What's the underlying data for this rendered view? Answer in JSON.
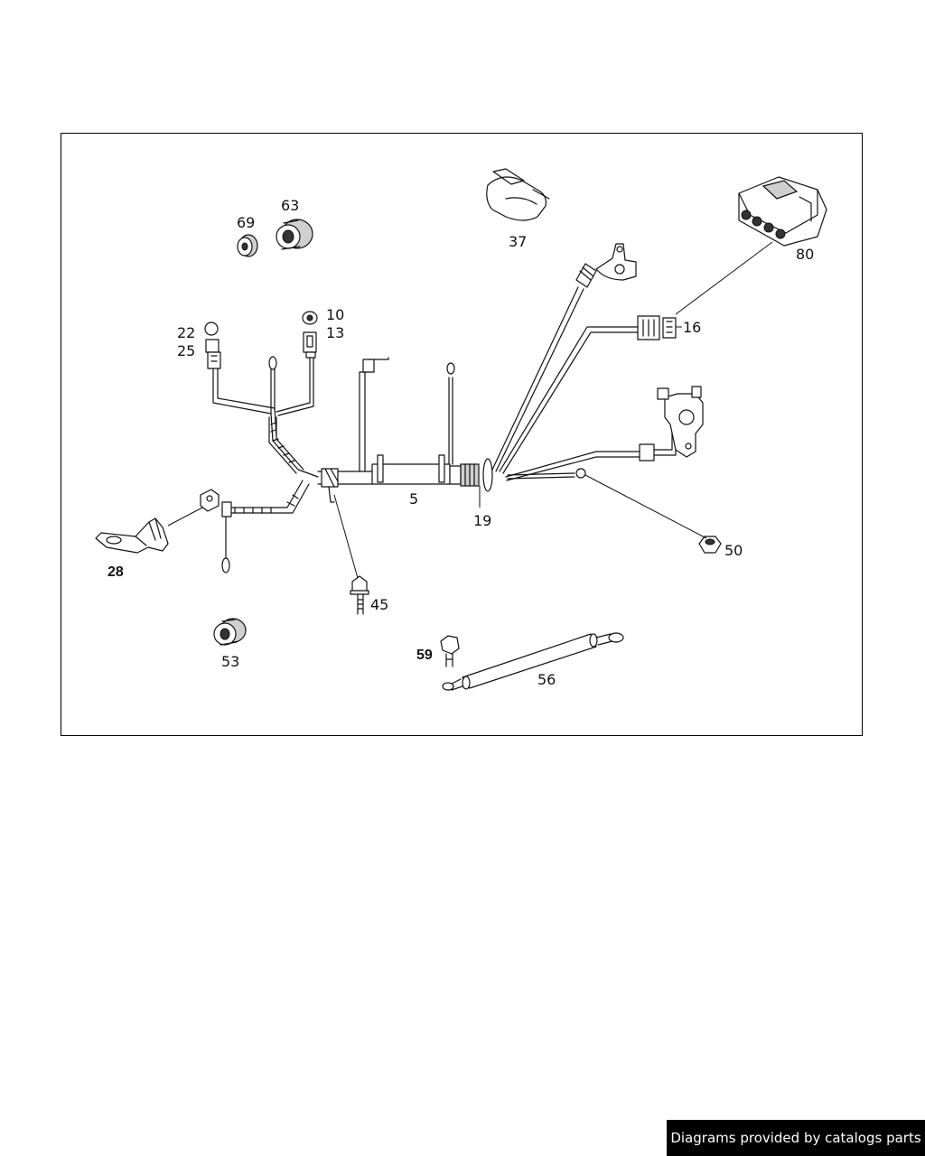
{
  "callouts": {
    "c5": "5",
    "c10": "10",
    "c13": "13",
    "c16": "16",
    "c19": "19",
    "c22": "22",
    "c25": "25",
    "c28": "28",
    "c37": "37",
    "c45": "45",
    "c50": "50",
    "c53": "53",
    "c56": "56",
    "c59": "59",
    "c63": "63",
    "c69": "69",
    "c80": "80"
  },
  "footer": {
    "text": "Diagrams provided by catalogs parts"
  }
}
